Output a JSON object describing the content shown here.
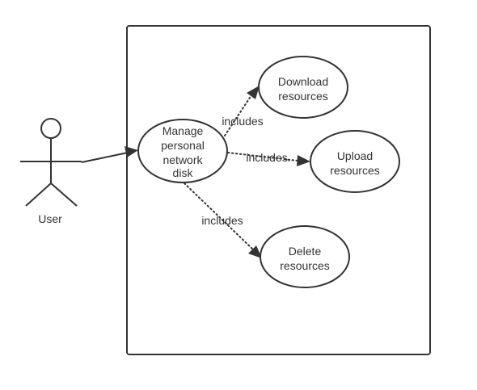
{
  "actor": {
    "label": "User"
  },
  "use_cases": {
    "manage": {
      "lines": [
        "Manage",
        "personal",
        "network",
        "disk"
      ]
    },
    "download": {
      "lines": [
        "Download",
        "resources"
      ]
    },
    "upload": {
      "lines": [
        "Upload",
        "resources"
      ]
    },
    "delete": {
      "lines": [
        "Delete",
        "resources"
      ]
    }
  },
  "relations": {
    "download": "includes",
    "upload": "includes.",
    "delete": "includes"
  },
  "colors": {
    "stroke": "#333333",
    "background": "#ffffff"
  }
}
